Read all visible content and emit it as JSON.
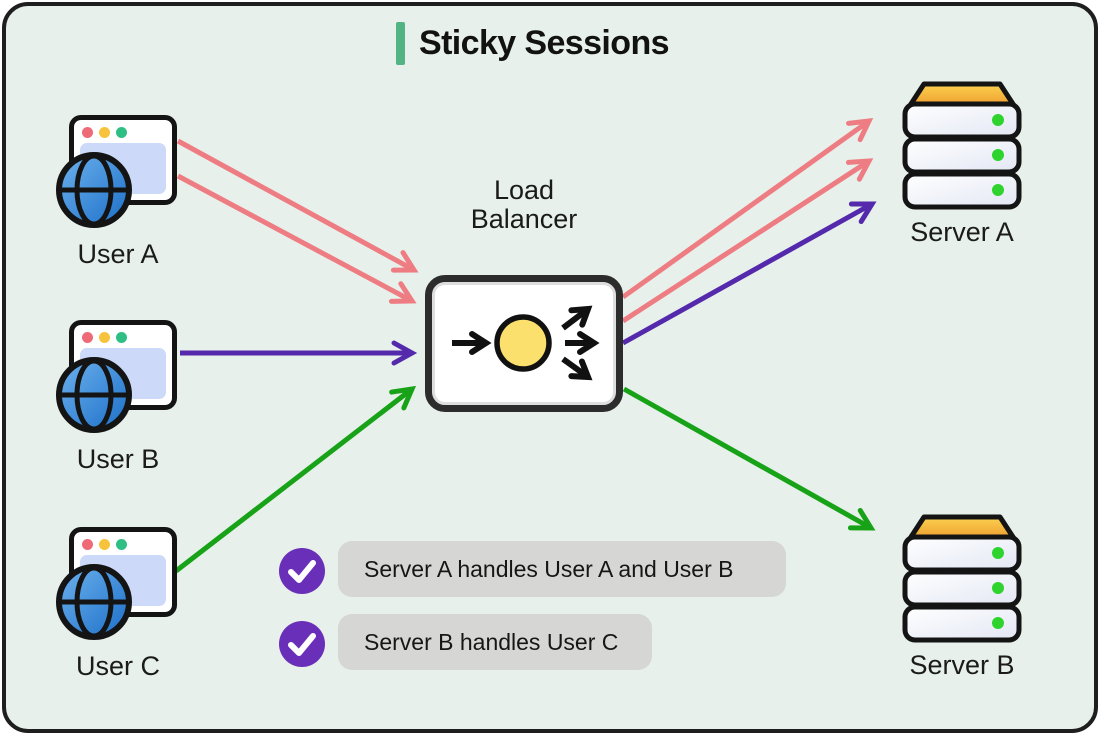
{
  "title": "Sticky Sessions",
  "load_balancer": {
    "label_line1": "Load",
    "label_line2": "Balancer"
  },
  "users": [
    {
      "label": "User A"
    },
    {
      "label": "User B"
    },
    {
      "label": "User C"
    }
  ],
  "servers": [
    {
      "label": "Server A"
    },
    {
      "label": "Server B"
    }
  ],
  "notes": [
    {
      "text": "Server A handles User A and User B"
    },
    {
      "text": "Server B handles User C"
    }
  ],
  "flows": [
    {
      "from": "User A",
      "to": "Server A",
      "color_name": "pink",
      "arrow_count": 2
    },
    {
      "from": "User B",
      "to": "Server A",
      "color_name": "purple",
      "arrow_count": 1
    },
    {
      "from": "User C",
      "to": "Server B",
      "color_name": "green",
      "arrow_count": 1
    }
  ],
  "colors": {
    "accent_green_bar": "#53b483",
    "arrow_pink": "#ee7d83",
    "arrow_purple": "#5429ab",
    "arrow_green": "#17a218",
    "check_purple": "#6a2fb8",
    "note_bg": "#d6d6d4",
    "canvas_bg": "#e7f0ea",
    "lb_circle_yellow": "#fbe06d"
  }
}
